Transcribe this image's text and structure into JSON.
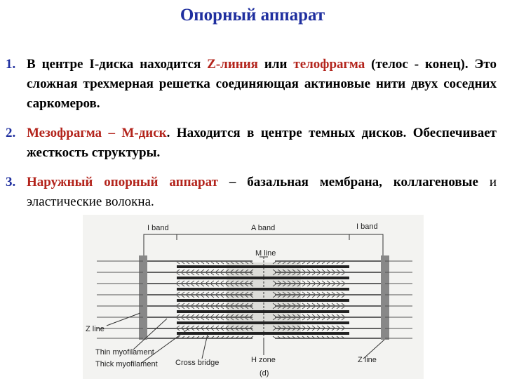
{
  "title": "Опорный аппарат",
  "items": [
    {
      "num": "1.",
      "p1": "В центре I-диска находится ",
      "z_line": "Z-линия",
      "p2": " или ",
      "telophragm": "телофрагма",
      "p3": " (телос - конец). Это сложная трехмерная решетка соединяющая актиновые нити двух соседних саркомеров."
    },
    {
      "num": "2.",
      "mesophragm": "Мезофрагма – М-диск",
      "p1": ". Находится в центре темных дисков. Обеспечивает жесткость структуры."
    },
    {
      "num": "3.",
      "outer": "Наружный опорный аппарат",
      "p1": " – базальная мембрана, ",
      "collagen": "коллагеновые",
      "p2": " и эластические волокна."
    }
  ],
  "figure": {
    "labels": {
      "i_band_left": "I band",
      "a_band": "A band",
      "i_band_right": "I band",
      "m_line": "M line",
      "z_line_left": "Z line",
      "thin_myofilament": "Thin myofilament",
      "thick_myofilament": "Thick myofilament",
      "cross_bridge": "Cross bridge",
      "h_zone": "H zone",
      "z_line_right": "Z line",
      "panel": "(d)"
    }
  }
}
